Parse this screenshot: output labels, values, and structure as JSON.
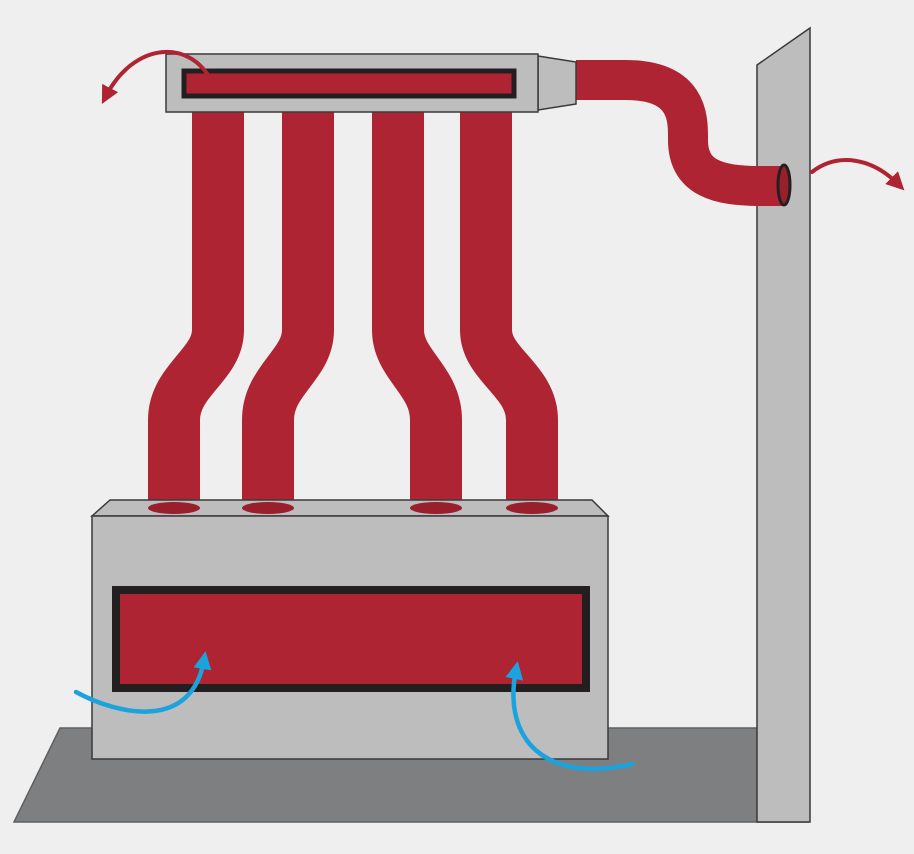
{
  "diagram": {
    "subject": "heating-appliance-flue-system",
    "colors": {
      "background": "#efefef",
      "hot_pipe": "#af2432",
      "hot_pipe_edge": "#9a1f2c",
      "housing_fill": "#bdbdbd",
      "housing_stroke": "#3a3a3a",
      "window_frame": "#231f20",
      "floor": "#7e7f81",
      "floor_edge": "#5f6062",
      "cool_air_arrow": "#1aa3dc",
      "hot_air_arrow": "#af2432"
    },
    "components": [
      "base-floor",
      "wall",
      "heater-cabinet",
      "combustion-window",
      "flue-pipes",
      "top-manifold",
      "manifold-window",
      "reducer-collar",
      "exhaust-duct",
      "wall-outlet",
      "cool-air-intake-arrows",
      "hot-air-outflow-arrows"
    ],
    "flue_pipe_count": 4,
    "intake_arrow_count": 2,
    "outflow_arrow_count": 2
  }
}
